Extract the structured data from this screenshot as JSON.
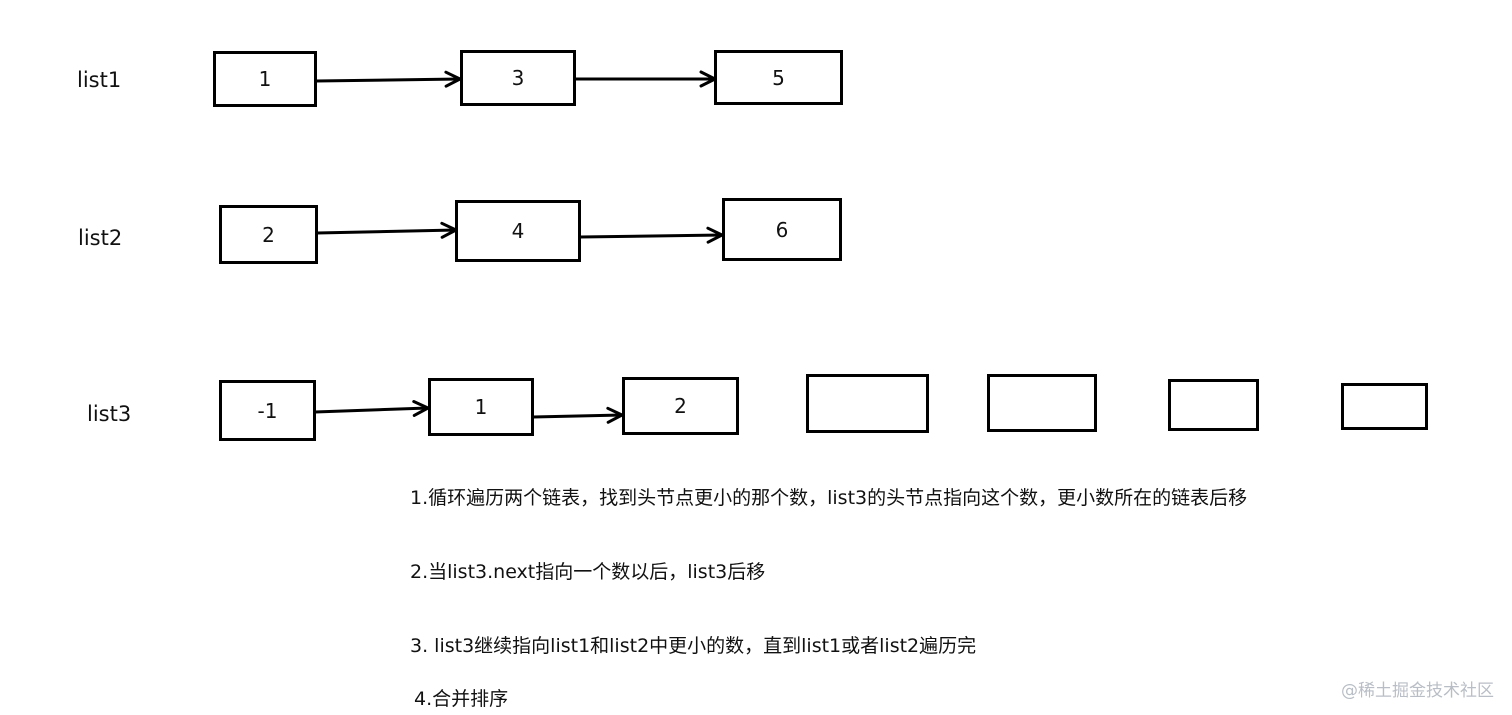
{
  "colors": {
    "stroke": "#000000",
    "text": "#111111",
    "watermark": "#b9bec6"
  },
  "lists": [
    {
      "label": "list1",
      "nodes": [
        "1",
        "3",
        "5"
      ]
    },
    {
      "label": "list2",
      "nodes": [
        "2",
        "4",
        "6"
      ]
    },
    {
      "label": "list3",
      "nodes": [
        "-1",
        "1",
        "2",
        "",
        "",
        "",
        ""
      ]
    }
  ],
  "steps": [
    "1.循环遍历两个链表，找到头节点更小的那个数，list3的头节点指向这个数，更小数所在的链表后移",
    "2.当list3.next指向一个数以后，list3后移",
    "3. list3继续指向list1和list2中更小的数，直到list1或者list2遍历完",
    "4.合并排序"
  ],
  "watermark": "@稀土掘金技术社区"
}
